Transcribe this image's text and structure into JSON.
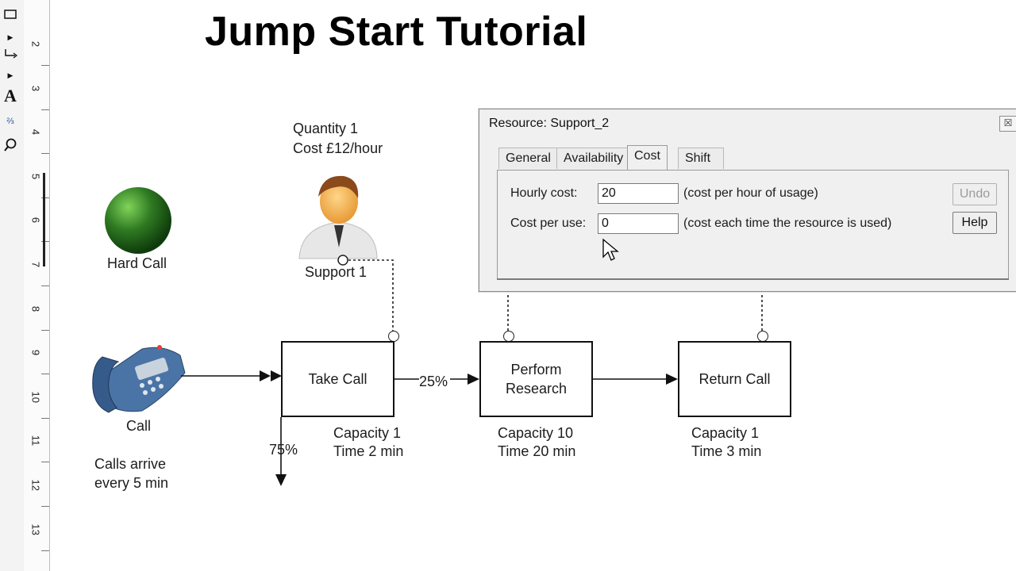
{
  "title": "Jump Start Tutorial",
  "ruler": {
    "numbers": [
      "2",
      "3",
      "4",
      "5",
      "6",
      "7",
      "8",
      "9",
      "10",
      "11",
      "12",
      "13"
    ]
  },
  "objects": {
    "hard_call_label": "Hard Call",
    "support_label": "Support 1",
    "support_quantity": "Quantity 1",
    "support_cost": "Cost £12/hour",
    "call_label": "Call",
    "calls_arrive_line1": "Calls arrive",
    "calls_arrive_line2": "every 5 min"
  },
  "activities": [
    {
      "name": "Take Call",
      "capacity": "Capacity 1",
      "time": "Time 2 min"
    },
    {
      "name_line1": "Perform",
      "name_line2": "Research",
      "capacity": "Capacity 10",
      "time": "Time 20 min"
    },
    {
      "name": "Return Call",
      "capacity": "Capacity 1",
      "time": "Time 3 min"
    }
  ],
  "routes": {
    "pct_research": "25%",
    "pct_exit": "75%"
  },
  "dialog": {
    "title": "Resource: Support_2",
    "close": "☒",
    "tabs": [
      "General",
      "Availability",
      "Cost",
      "Shift"
    ],
    "active_tab": "Cost",
    "fields": [
      {
        "label": "Hourly cost:",
        "value": "20",
        "hint": "(cost per hour of usage)"
      },
      {
        "label": "Cost per use:",
        "value": "0",
        "hint": "(cost each time the resource is used)"
      }
    ],
    "buttons": {
      "undo": "Undo",
      "help": "Help"
    }
  }
}
